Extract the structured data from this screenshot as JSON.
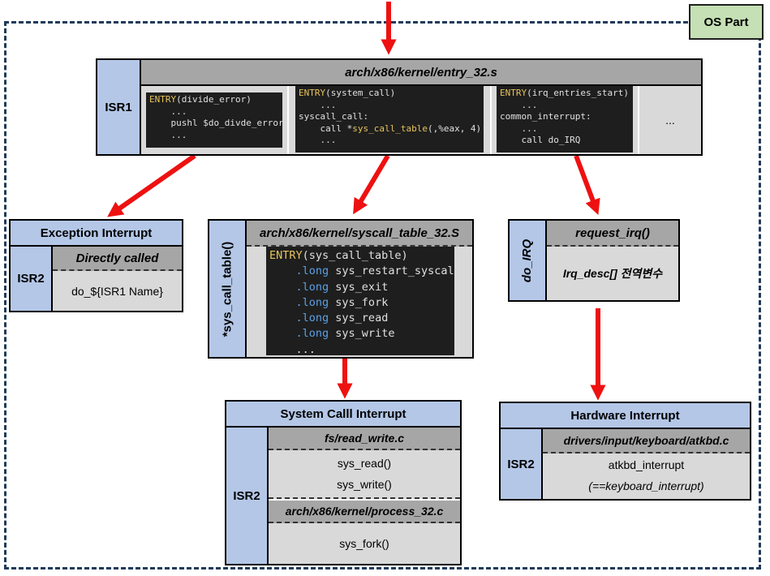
{
  "os_part": "OS Part",
  "isr1": {
    "label": "ISR1",
    "path": "arch/x86/kernel/entry_32.s",
    "code1": {
      "l1": "ENTRY",
      "l1b": "(divide_error)",
      "l2": "    ...",
      "l3": "    pushl $do_divde_error",
      "l4": "    ..."
    },
    "code2": {
      "l1": "ENTRY",
      "l1b": "(system_call)",
      "l2": "    ...",
      "l3": "syscall_call:",
      "l4": "    call *",
      "l4b": "sys_call_table",
      "l4c": "(,%eax, 4)",
      "l5": "    ..."
    },
    "code3": {
      "l1": "ENTRY",
      "l1b": "(irq_entries_start)",
      "l2": "    ...",
      "l3": "common_interrupt:",
      "l4": "    ...",
      "l5": "    call do_IRQ"
    },
    "ellipsis": "..."
  },
  "exception": {
    "title": "Exception Interrupt",
    "side": "ISR2",
    "header": "Directly called",
    "value": "do_${ISR1 Name}"
  },
  "syscall_table": {
    "side": "*sys_call_table()",
    "path": "arch/x86/kernel/syscall_table_32.S",
    "entry_kw": "ENTRY",
    "entry_arg": "(sys_call_table)",
    "long_kw": ".long",
    "items": [
      "sys_restart_syscall",
      "sys_exit",
      "sys_fork",
      "sys_read",
      "sys_write"
    ],
    "ellipsis": "..."
  },
  "do_irq": {
    "side": "do_IRQ",
    "header": "request_irq()",
    "value": "Irq_desc[] 전역변수"
  },
  "system_call": {
    "title": "System Calll Interrupt",
    "side": "ISR2",
    "header1": "fs/read_write.c",
    "items1": [
      "sys_read()",
      "sys_write()"
    ],
    "header2": "arch/x86/kernel/process_32.c",
    "items2": [
      "sys_fork()"
    ]
  },
  "hardware": {
    "title": "Hardware Interrupt",
    "side": "ISR2",
    "header": "drivers/input/keyboard/atkbd.c",
    "value1": "atkbd_interrupt",
    "value2": "(==keyboard_interrupt)"
  },
  "colors": {
    "arrow": "#ee1111",
    "blue": "#b4c7e7",
    "gray_header": "#a6a6a6",
    "gray_body": "#d9d9d9",
    "green": "#c5e0b4"
  }
}
